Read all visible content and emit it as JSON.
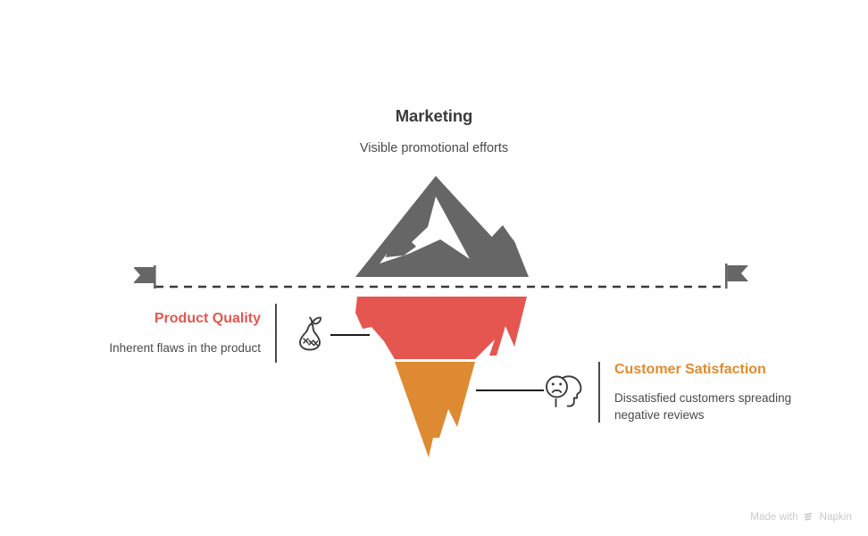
{
  "diagram": {
    "type": "iceberg",
    "colors": {
      "above_water": "#666666",
      "upper_submerged": "#E4564F",
      "lower_submerged": "#DE8A33",
      "waterline": "#3a3a3a",
      "connector": "#1c1c1c",
      "body_text": "#4a4a4a",
      "heading_text": "#3b3b3b"
    },
    "top": {
      "title": "Marketing",
      "subtitle": "Visible promotional efforts",
      "icon": "mountain-icon"
    },
    "left_callout": {
      "title": "Product Quality",
      "subtitle": "Inherent flaws in the product",
      "icon": "damaged-pear-icon",
      "color": "#E4564F"
    },
    "right_callout": {
      "title": "Customer Satisfaction",
      "subtitle": "Dissatisfied customers spreading negative reviews",
      "icon": "sad-head-icon",
      "color": "#E08B2E"
    },
    "waterline": {
      "left_marker": "flag-left-icon",
      "right_marker": "flag-right-icon",
      "style": "dashed"
    }
  },
  "watermark": {
    "text_before": "Made with",
    "brand": "Napkin",
    "logo": "napkin-layers-icon"
  }
}
